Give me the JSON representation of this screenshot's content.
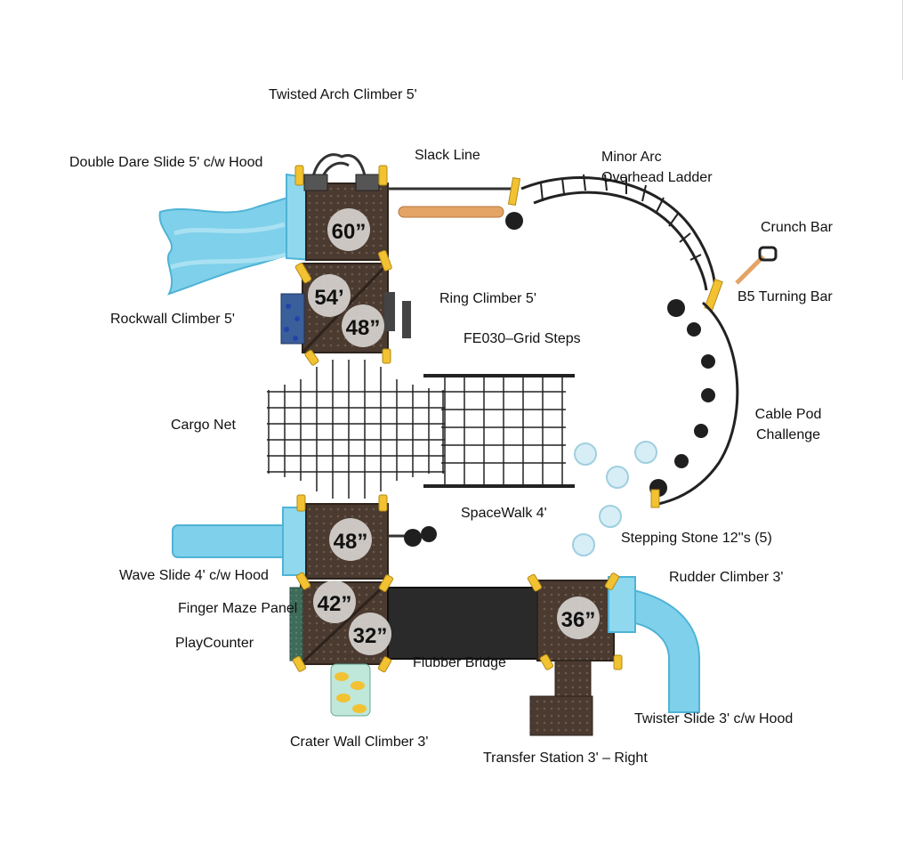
{
  "labels": {
    "twisted_arch_climber": "Twisted Arch Climber 5'",
    "double_dare_slide": "Double Dare Slide 5' c/w Hood",
    "slack_line": "Slack Line",
    "minor_arc_line1": "Minor Arc",
    "minor_arc_line2": "Overhead Ladder",
    "crunch_bar": "Crunch Bar",
    "b5_turning_bar": "B5 Turning Bar",
    "ring_climber": "Ring Climber 5'",
    "rockwall_climber": "Rockwall Climber 5'",
    "grid_steps": "FE030–Grid Steps",
    "cargo_net": "Cargo Net",
    "cable_pod_line1": "Cable Pod",
    "cable_pod_line2": "Challenge",
    "spacewalk": "SpaceWalk 4'",
    "stepping_stone": "Stepping Stone 12''s (5)",
    "wave_slide": "Wave Slide 4' c/w Hood",
    "rudder_climber": "Rudder Climber 3'",
    "finger_maze_panel": "Finger Maze Panel",
    "playcounter": "PlayCounter",
    "flubber_bridge": "Flubber Bridge",
    "twister_slide": "Twister Slide 3' c/w Hood",
    "crater_wall_climber": "Crater Wall Climber 3'",
    "transfer_station": "Transfer Station 3' – Right"
  },
  "deck_heights": {
    "deck_a": "60”",
    "deck_b": "54’",
    "deck_c": "48”",
    "deck_d": "48”",
    "deck_e": "42”",
    "deck_f": "32”",
    "deck_g": "36”"
  },
  "colors": {
    "slide_blue": "#7fd0ea",
    "slide_blue_dark": "#4fb3d6",
    "deck_brown": "#4a3a30",
    "post_yellow": "#f2c232",
    "bridge_black": "#2a2a2a",
    "stone_blue": "#d8eef6",
    "rope_tan": "#e3a466",
    "height_badge": "#d6d2cf"
  }
}
